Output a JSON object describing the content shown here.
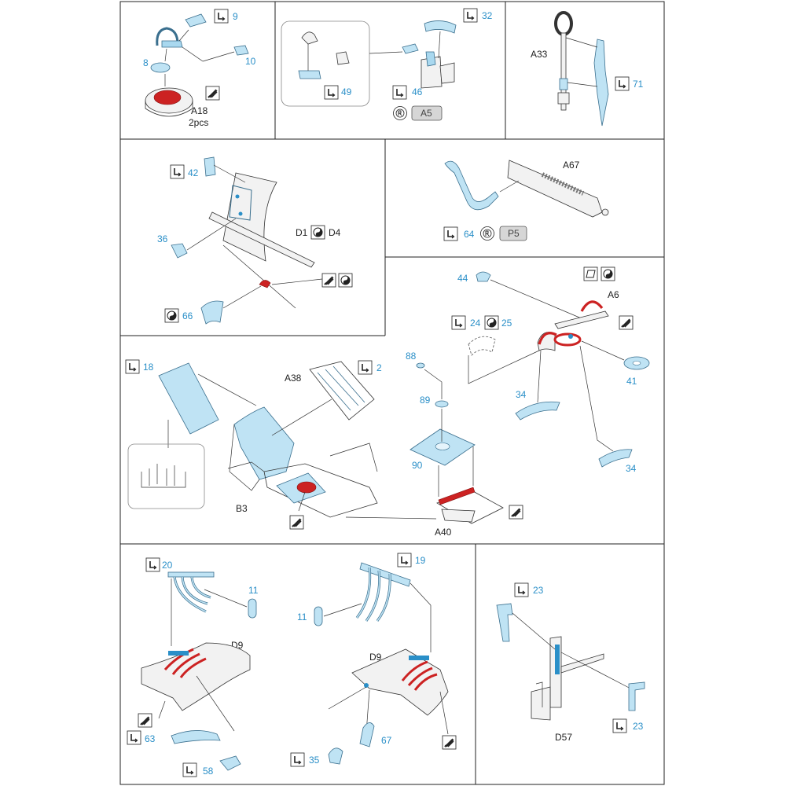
{
  "panels": {
    "p1": {
      "n9": "9",
      "n8": "8",
      "n10": "10",
      "part": "A18",
      "qty": "2pcs"
    },
    "p2": {
      "n32": "32",
      "n49": "49",
      "n46": "46",
      "ref": "A5"
    },
    "p3": {
      "part": "A33",
      "n71": "71"
    },
    "p4": {
      "n42": "42",
      "n36": "36",
      "n66": "66",
      "partA": "D1",
      "partB": "D4"
    },
    "p5": {
      "part": "A67",
      "n64": "64",
      "ref": "P5"
    },
    "p6": {
      "n44": "44",
      "part": "A6",
      "n24": "24",
      "n25": "25",
      "n41": "41",
      "n34a": "34",
      "n34b": "34"
    },
    "p7": {
      "n18": "18",
      "partA": "A38",
      "n2": "2",
      "partB": "B3",
      "n88": "88",
      "n89": "89",
      "n90": "90",
      "partC": "A40"
    },
    "p8": {
      "n20": "20",
      "n11": "11",
      "part": "D9",
      "n63": "63",
      "n58": "58"
    },
    "p9": {
      "n19": "19",
      "n11": "11",
      "part": "D9",
      "n67": "67",
      "n35": "35"
    },
    "p10": {
      "n23a": "23",
      "n23b": "23",
      "part": "D57"
    }
  },
  "icons": {
    "bend": "bend-icon",
    "glue": "glue-icon",
    "paint": "paint-icon",
    "remove": "remove-part-icon",
    "resin": "resin-icon"
  },
  "colors": {
    "photo_etch": "#bfe3f4",
    "number_blue": "#2a8fc8",
    "paint_red": "#cc2222",
    "ref_box": "#d6d6d6"
  }
}
